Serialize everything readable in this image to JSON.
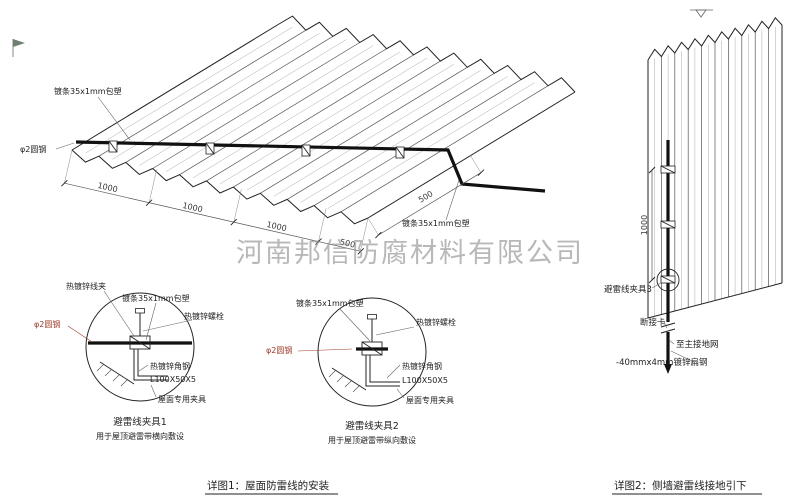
{
  "watermark": "河南邦信防腐材料有限公司",
  "figure1": {
    "caption": "详图1：屋面防雷线的安装",
    "roof": {
      "label_strip_left": "镀条35x1mm包塑",
      "label_strip_right": "镀条35x1mm包塑",
      "label_round_steel": "φ2圆钢",
      "dims_bottom": [
        "1000",
        "1000",
        "1000",
        "500"
      ],
      "dim_right": "500"
    },
    "detail1": {
      "title": "避雷线夹具1",
      "subtitle": "用于屋顶避雷带横向敷设",
      "label_wire_clip": "热镀锌线夹",
      "label_strip": "镀条35x1mm包塑",
      "label_bolt": "热镀锌螺栓",
      "label_round_steel": "φ2圆钢",
      "label_angle_steel": "热镀锌角钢",
      "label_angle_size": "L100X50X5",
      "label_roof_fixture": "屋面专用夹具"
    },
    "detail2": {
      "title": "避雷线夹具2",
      "subtitle": "用于屋顶避雷带纵向敷设",
      "label_strip": "镀条35x1mm包塑",
      "label_bolt": "热镀锌螺栓",
      "label_round_steel": "φ2圆钢",
      "label_angle_steel": "热镀锌角钢",
      "label_angle_size": "L100X50X5",
      "label_roof_fixture": "屋面专用夹具"
    }
  },
  "figure2": {
    "caption": "详图2：侧墙避雷线接地引下",
    "dim_height": "1000",
    "label_clamp3": "避雷线夹具3",
    "label_disconnect_card": "断接卡",
    "label_to_main_ground": "至主接地网",
    "label_flat_steel": "-40mmx4mm镀锌扁钢"
  },
  "colors": {
    "line": "#222222",
    "accent_red": "#a03a2a",
    "watermark_gray": "#8c8c8c"
  }
}
